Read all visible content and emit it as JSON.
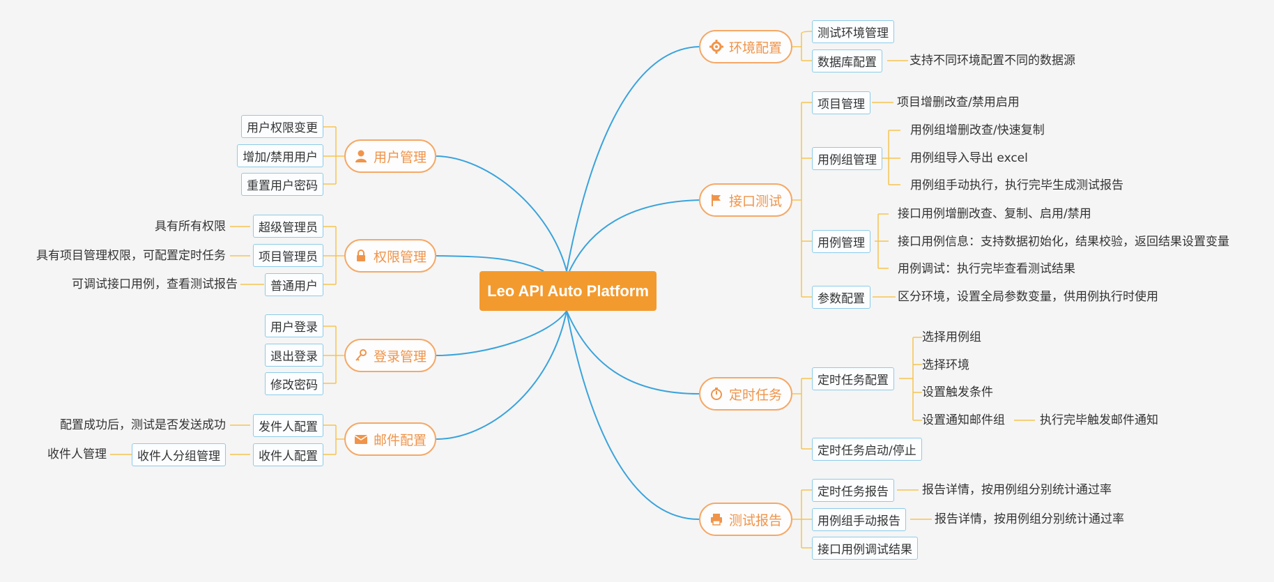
{
  "root": "Leo API Auto Platform",
  "branches": {
    "env": {
      "label": "环境配置",
      "icon": "gear-icon",
      "leaves": [
        "测试环境管理",
        "数据库配置"
      ],
      "notes": [
        "支持不同环境配置不同的数据源"
      ]
    },
    "api": {
      "label": "接口测试",
      "icon": "flag-icon",
      "leaves": [
        "项目管理",
        "用例组管理",
        "用例管理",
        "参数配置"
      ],
      "notes": [
        "项目增删改查/禁用启用",
        "用例组增删改查/快速复制",
        "用例组导入导出 excel",
        "用例组手动执行，执行完毕生成测试报告",
        "接口用例增删改查、复制、启用/禁用",
        "接口用例信息：支持数据初始化，结果校验，返回结果设置变量",
        "用例调试：执行完毕查看测试结果",
        "区分环境，设置全局参数变量，供用例执行时使用"
      ]
    },
    "timer": {
      "label": "定时任务",
      "icon": "stopwatch-icon",
      "leaves": [
        "定时任务配置",
        "定时任务启动/停止"
      ],
      "notes": [
        "选择用例组",
        "选择环境",
        "设置触发条件",
        "设置通知邮件组",
        "执行完毕触发邮件通知"
      ]
    },
    "report": {
      "label": "测试报告",
      "icon": "printer-icon",
      "leaves": [
        "定时任务报告",
        "用例组手动报告",
        "接口用例调试结果"
      ],
      "notes": [
        "报告详情，按用例组分别统计通过率",
        "报告详情，按用例组分别统计通过率"
      ]
    },
    "user": {
      "label": "用户管理",
      "icon": "user-icon",
      "leaves": [
        "用户权限变更",
        "增加/禁用用户",
        "重置用户密码"
      ]
    },
    "perm": {
      "label": "权限管理",
      "icon": "lock-icon",
      "leaves": [
        "超级管理员",
        "项目管理员",
        "普通用户"
      ],
      "notes": [
        "具有所有权限",
        "具有项目管理权限，可配置定时任务",
        "可调试接口用例，查看测试报告"
      ]
    },
    "login": {
      "label": "登录管理",
      "icon": "key-icon",
      "leaves": [
        "用户登录",
        "退出登录",
        "修改密码"
      ]
    },
    "mail": {
      "label": "邮件配置",
      "icon": "envelope-icon",
      "leaves": [
        "发件人配置",
        "收件人配置",
        "收件人分组管理"
      ],
      "notes": [
        "配置成功后，测试是否发送成功",
        "收件人管理"
      ]
    }
  },
  "colors": {
    "root_fill": "#f39a2e",
    "branch_text": "#f0944a",
    "branch_border": "#f5a866",
    "main_edge": "#3aa3dc",
    "sub_edge": "#f6c350",
    "leaf_border": "#8ccbe8"
  }
}
